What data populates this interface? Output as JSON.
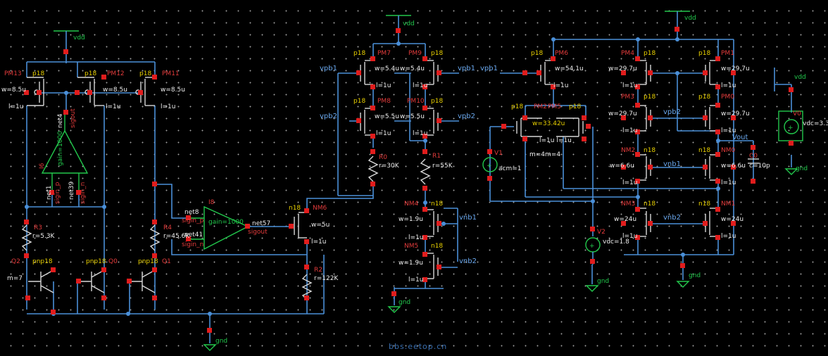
{
  "watermark": "bbs.eetop.cn",
  "supplies": {
    "vdd": "vdd",
    "gnd": "gnd"
  },
  "bandgap": {
    "pmos": [
      {
        "name": "PM13",
        "model": "p18",
        "w": "w=8.5u",
        "l": "l=1u"
      },
      {
        "name": "PM12",
        "model": "p18",
        "w": "w=8.5u",
        "l": "l=1u"
      },
      {
        "name": "PM11",
        "model": "p18",
        "w": "w=8.5u",
        "l": "l=1u"
      }
    ],
    "amp": {
      "name": "I6",
      "gain": "gain=1000",
      "inp": "sigin_p",
      "inn": "sigin_n",
      "out": "sigout",
      "net_top": "net4",
      "net_l": "net1",
      "net_r": "net39"
    },
    "resistors": [
      {
        "name": "R3",
        "value": "r=5.3K"
      },
      {
        "name": "R4",
        "value": "r=45.6K"
      },
      {
        "name": "R2",
        "value": "r=122K"
      }
    ],
    "bjts": [
      {
        "name": "Q2",
        "model": "pnp18",
        "m": "m=7"
      },
      {
        "name": "Q0",
        "model": "pnp18"
      },
      {
        "name": "Q1",
        "model": "pnp18"
      }
    ],
    "amp2": {
      "name": "I8",
      "gain": "gain=1000",
      "inp": "sigin_p",
      "inn": "sigin_n",
      "out": "sigout",
      "net_p": "net8",
      "net_n": "net41",
      "net_out": "net57"
    },
    "nm6": {
      "name": "NM6",
      "model": "n18",
      "w": "w=5u",
      "l": "l=1u"
    }
  },
  "bias": {
    "pm": [
      {
        "name": "PM7",
        "model": "p18",
        "w": "w=5.4u"
      },
      {
        "name": "PM9",
        "model": "p18",
        "w": "w=5.4u"
      },
      {
        "name": "PM8",
        "model": "p18",
        "w": "w=5.5u"
      },
      {
        "name": "PM10",
        "model": "p18",
        "w": "w=5.5u"
      }
    ],
    "l": "l=1u",
    "r0": {
      "name": "R0",
      "value": "r=30K"
    },
    "r1": {
      "name": "R1",
      "value": "r=55K"
    },
    "nm": [
      {
        "name": "NM4",
        "model": "n18",
        "w": "w=1.9u",
        "l": "l=1u"
      },
      {
        "name": "NM5",
        "model": "n18",
        "w": "w=1.9u",
        "l": "l=1u"
      }
    ],
    "nets": {
      "vpb1": "vpb1",
      "vpb2": "vpb2",
      "vnb1": "vnb1",
      "vnb2": "vnb2"
    }
  },
  "opamp": {
    "pm6": {
      "name": "PM6",
      "model": "p18",
      "w": "w=54.1u"
    },
    "pm2": {
      "name": "PM2",
      "model": "p18"
    },
    "pm5": {
      "name": "PM5",
      "model": "p18"
    },
    "pair_w": "w=33.42u",
    "pair_l": "l=1u l=1u",
    "pair_m": "m=4m=4",
    "pm": [
      {
        "name": "PM4",
        "model": "p18",
        "w": "w=29.7u"
      },
      {
        "name": "PM1",
        "model": "p18",
        "w": "w=29.7u"
      },
      {
        "name": "PM3",
        "model": "p18",
        "w": "w=29.7u"
      },
      {
        "name": "PM0",
        "model": "p18",
        "w": "w=29.7u"
      }
    ],
    "nm": [
      {
        "name": "NM2",
        "model": "n18",
        "w": "w=6.6u"
      },
      {
        "name": "NM0",
        "model": "n18",
        "w": "w=6.6u"
      },
      {
        "name": "NM3",
        "model": "n18",
        "w": "w=24u"
      },
      {
        "name": "NM1",
        "model": "n18",
        "w": "w=24u"
      }
    ],
    "l": "l=1u",
    "vout": "Vout",
    "c0": {
      "name": "C0",
      "value": "c=10p"
    },
    "v1": {
      "name": "V1",
      "value": "acm=1"
    },
    "v2": {
      "name": "V2",
      "value": "vdc=1.8"
    },
    "v0": {
      "name": "V0",
      "value": "vdc=3.3"
    },
    "vdd2": "vdd"
  }
}
